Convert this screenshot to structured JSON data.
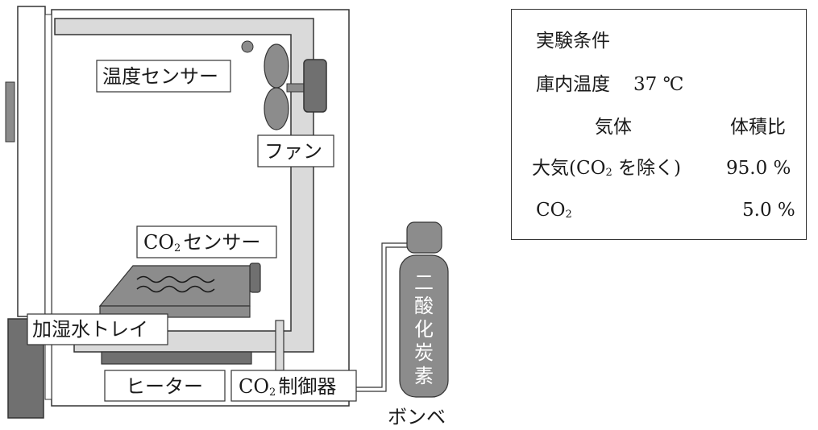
{
  "diagram": {
    "labels": {
      "temp_sensor": "温度センサー",
      "fan": "ファン",
      "co2_sensor_main": "CO",
      "co2_sensor_sub": "2",
      "co2_sensor_rest": "センサー",
      "humid_tray": "加湿水トレイ",
      "heater": "ヒーター",
      "co2_ctrl_main": "CO",
      "co2_ctrl_sub": "2",
      "co2_ctrl_rest": "制御器",
      "cylinder_text": [
        "二",
        "酸",
        "化",
        "炭",
        "素"
      ],
      "cylinder": "ボンベ"
    },
    "colors": {
      "duct": "#dadada",
      "dark_gray": "#707070",
      "mid_gray": "#8c8c8c",
      "line": "#333333"
    }
  },
  "conditions": {
    "title": "実験条件",
    "temperature_label": "庫内温度",
    "temperature_value": "37 ℃",
    "col_gas": "気体",
    "col_ratio": "体積比",
    "row1_gas_a": "大気(CO",
    "row1_gas_sub": "2",
    "row1_gas_b": "を除く)",
    "row1_ratio": "95.0 %",
    "row2_gas": "CO",
    "row2_gas_sub": "2",
    "row2_ratio": "5.0 %"
  }
}
